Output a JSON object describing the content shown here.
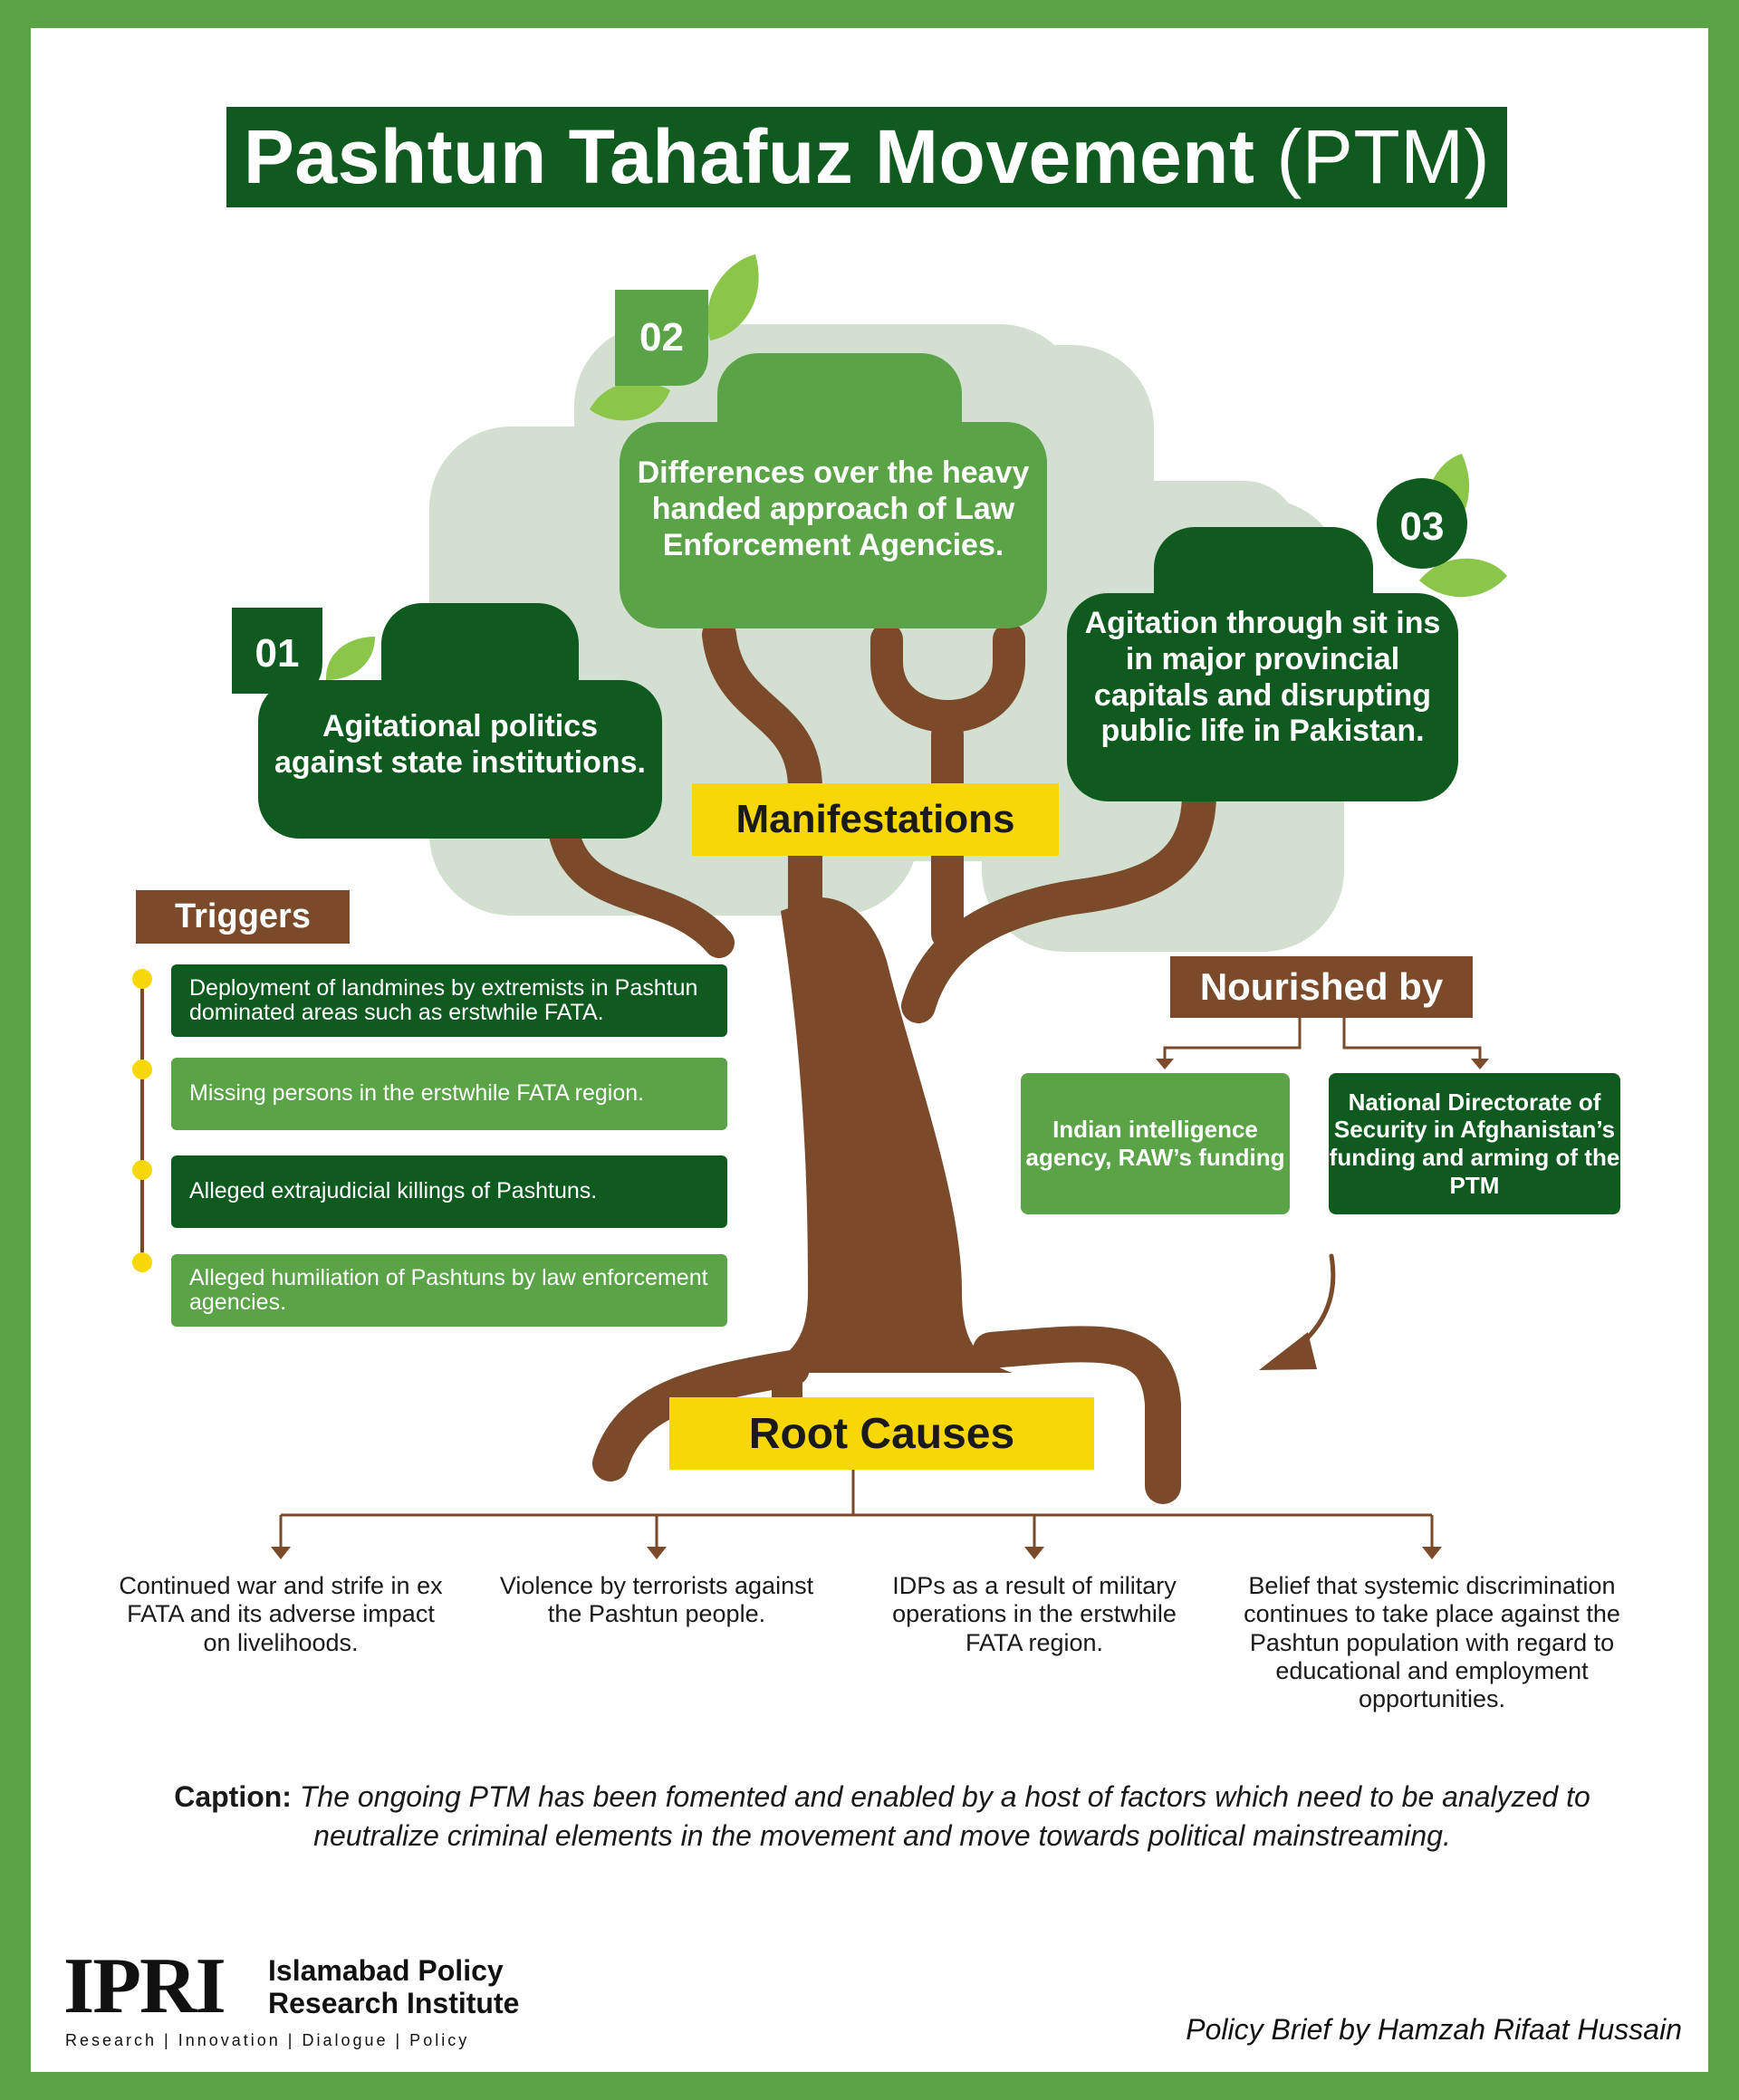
{
  "title": {
    "main": "Pashtun Tahafuz Movement",
    "abbr": "(PTM)"
  },
  "labels": {
    "manifestations": "Manifestations",
    "triggers": "Triggers",
    "nourished_by": "Nourished by",
    "root_causes": "Root Causes"
  },
  "manifestations": [
    {
      "number": "01",
      "text": "Agitational politics against state institutions."
    },
    {
      "number": "02",
      "text": "Differences over the heavy handed approach of Law Enforcement Agencies."
    },
    {
      "number": "03",
      "text": "Agitation through sit ins in major provincial capitals and disrupting public life in Pakistan."
    }
  ],
  "triggers": [
    "Deployment of landmines by extremists in Pashtun dominated areas such as erstwhile FATA.",
    "Missing persons in the erstwhile FATA region.",
    "Alleged extrajudicial killings of Pashtuns.",
    "Alleged humiliation of Pashtuns by law enforcement agencies."
  ],
  "nourished_by": [
    "Indian intelligence agency, RAW’s funding",
    "National Directorate of Security in Afghanistan’s funding and arming of the PTM"
  ],
  "root_causes": [
    "Continued war and strife in ex FATA and its adverse impact on livelihoods.",
    "Violence by terrorists against the Pashtun people.",
    "IDPs as a result of military operations in the erstwhile FATA region.",
    "Belief that systemic discrimination continues to take place against the Pashtun population with regard to educational and employment opportunities."
  ],
  "caption": {
    "label": "Caption:",
    "text": "The ongoing PTM has been fomented and enabled by a host of factors which need to be analyzed to neutralize criminal elements in the movement and move towards political mainstreaming."
  },
  "footer": {
    "logo": "IPRI",
    "institute": "Islamabad Policy Research Institute",
    "tagline": "Research | Innovation | Dialogue | Policy",
    "byline": "Policy Brief by Hamzah Rifaat Hussain"
  },
  "colors": {
    "dark_green": "#0f5a1f",
    "light_green": "#5aa447",
    "brown": "#7a4a2a",
    "yellow": "#f7d708",
    "foliage": "#d3dfd0"
  }
}
